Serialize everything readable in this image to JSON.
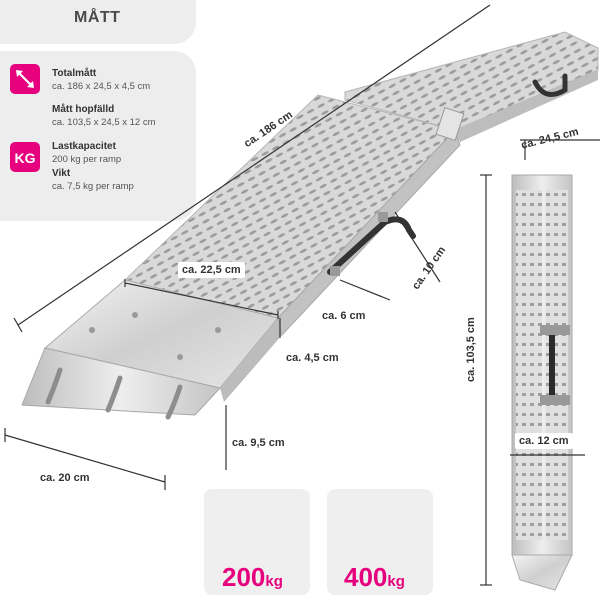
{
  "header": {
    "title": "MÅTT"
  },
  "specs": {
    "total_label": "Totalmått",
    "total_value": "ca. 186 x 24,5 x 4,5 cm",
    "folded_label": "Mått hopfälld",
    "folded_value": "ca. 103,5 x 24,5 x 12 cm",
    "capacity_label": "Lastkapacitet",
    "capacity_value": "200 kg per ramp",
    "weight_label": "Vikt",
    "weight_value": "ca. 7,5 kg per ramp",
    "kg_badge": "KG"
  },
  "dimensions": {
    "length": "ca. 186 cm",
    "width_inner": "ca. 22,5 cm",
    "handle_height": "ca. 10 cm",
    "handle_offset": "ca. 6 cm",
    "height": "ca. 4,5 cm",
    "lip": "ca. 9,5 cm",
    "width_outer": "ca. 20 cm",
    "folded_width": "ca. 24,5 cm",
    "folded_length": "ca. 103,5 cm",
    "folded_thickness": "ca. 12 cm"
  },
  "cards": [
    {
      "number": "200",
      "unit": "kg"
    },
    {
      "number": "400",
      "unit": "kg"
    }
  ],
  "colors": {
    "accent": "#e6007e",
    "panel": "#ededed"
  }
}
